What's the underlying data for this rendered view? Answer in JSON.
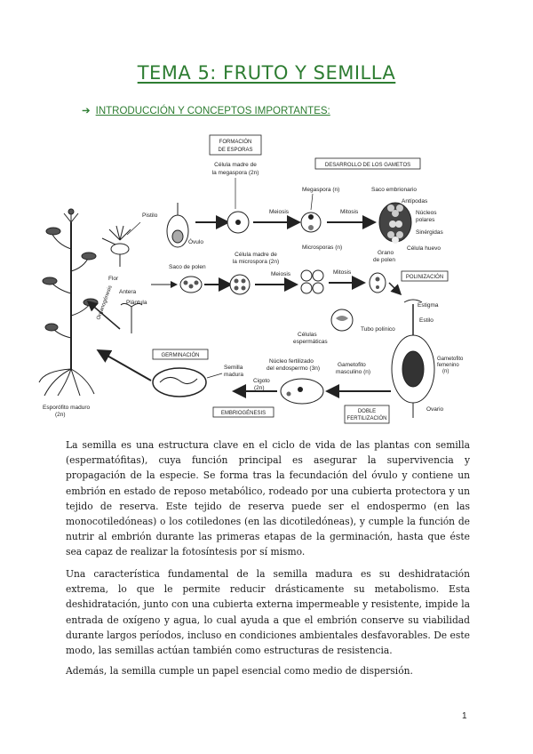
{
  "document": {
    "title": "TEMA 5: FRUTO Y SEMILLA",
    "section": {
      "arrow": "➔",
      "heading": "INTRODUCCIÓN Y CONCEPTOS IMPORTANTES:"
    },
    "figure": {
      "labels": {
        "formacion_esporas": [
          "FORMACIÓN",
          "DE ESPORAS"
        ],
        "desarrollo_gametos": "DESARROLLO DE LOS GAMETOS",
        "celula_madre_megaspora": [
          "Célula madre de",
          "la megaspora (2n)"
        ],
        "megaspora": "Megaspora (n)",
        "saco_embrionario": "Saco embrionario",
        "antipodas": "Antípodas",
        "nucleos_polares": [
          "Núcleos",
          "polares"
        ],
        "sinergidas": "Sinérgidas",
        "celula_huevo": "Célula huevo",
        "pistilo": "Pistilo",
        "ovulo": "Óvulo",
        "meiosis_1": "Meiosis",
        "mitosis_1": "Mitosis",
        "flor": "Flor",
        "antera": "Antera",
        "saco_polen": "Saco de polen",
        "celula_madre_microspora": [
          "Célula madre de",
          "la microspora (2n)"
        ],
        "microsporas": "Microsporas (n)",
        "grano_polen": [
          "Grano",
          "de polen"
        ],
        "meiosis_2": "Meiosis",
        "mitosis_2": "Mitosis",
        "polinizacion": "POLINIZACIÓN",
        "estigma": "Estigma",
        "estilo": "Estilo",
        "tubo_polinico": "Tubo polínico",
        "celulas_espermaticas": [
          "Células",
          "espermáticas"
        ],
        "gametofito_masculino": [
          "Gametofito",
          "masculino (n)"
        ],
        "gametofito_femenino": [
          "Gametofito",
          "femenino",
          "(n)"
        ],
        "ovario": "Ovario",
        "nucleo_fertilizado": [
          "Núcleo fertilizado",
          "del endospermo (3n)"
        ],
        "cigoto": [
          "Cigoto",
          "(2n)"
        ],
        "doble_fertilizacion": [
          "DOBLE",
          "FERTILIZACIÓN"
        ],
        "semilla_madura": [
          "Semilla",
          "madura"
        ],
        "germinacion": "GERMINACIÓN",
        "embriogenesis": "EMBRIOGÉNESIS",
        "plantula": "Plántula",
        "organogenesis": "Organogénesis",
        "esporofito_maduro": [
          "Esporófito maduro",
          "(2n)"
        ]
      }
    },
    "paragraphs": [
      "La semilla es una estructura clave en el ciclo de vida de las plantas con semilla (espermatófitas), cuya función principal es asegurar la supervivencia y propagación de la especie. Se forma tras la fecundación del óvulo y contiene un embrión en estado de reposo metabólico, rodeado por una cubierta protectora y un tejido de reserva. Este tejido de reserva puede ser el endospermo (en las monocotiledóneas) o los cotiledones (en las dicotiledóneas), y cumple la función de nutrir al embrión durante las primeras etapas de la germinación, hasta que éste sea capaz de realizar la fotosíntesis por sí mismo.",
      "Una característica fundamental de la semilla madura es su deshidratación extrema, lo que le permite reducir drásticamente su metabolismo. Esta deshidratación, junto con una cubierta externa impermeable y resistente, impide la entrada de oxígeno y agua, lo cual ayuda a que el embrión conserve su viabilidad durante largos períodos, incluso en condiciones ambientales desfavorables. De este modo, las semillas actúan también como estructuras de resistencia.",
      "Además, la semilla cumple un papel esencial como medio de dispersión."
    ],
    "page_number": "1"
  }
}
